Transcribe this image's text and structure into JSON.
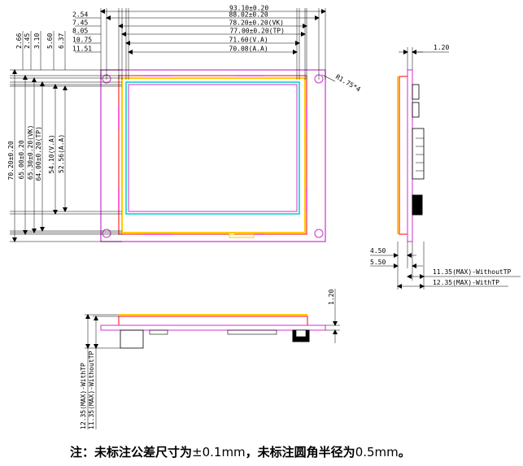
{
  "front_view": {
    "horizontal_dims": [
      "93.10±0.20",
      "88.02±0.20",
      "78.20±0.20(VK)",
      "77.00±0.20(TP)",
      "71.60(V.A)",
      "70.08(A.A)"
    ],
    "horizontal_offsets": [
      "2.54",
      "7.45",
      "8.05",
      "10.75",
      "11.51"
    ],
    "vertical_dims": [
      "70.20±0.20",
      "65.00±0.20",
      "65.30±0.20(VK)",
      "64.00±0.20(TP)",
      "54.10(V.A)",
      "52.56(A.A)"
    ],
    "vertical_offsets": [
      "2.66",
      "2.45",
      "3.10",
      "5.60",
      "6.37"
    ],
    "corner_radius": "R1.75*4"
  },
  "side_view": {
    "top_dim": "1.20",
    "offset_a": "4.50",
    "offset_b": "5.50",
    "thickness_without_tp": "11.35(MAX)-WithoutTP",
    "thickness_with_tp": "12.35(MAX)-WithTP"
  },
  "bottom_view": {
    "right_dim": "1.20",
    "thickness_with_tp": "12.35(MAX)-WithTP",
    "thickness_without_tp": "11.35(MAX)-WithoutTP"
  },
  "note": {
    "part1": "注：未标注公差尺寸为",
    "value1": "±0.1mm",
    "part2": "，未标注圆角半径为",
    "value2": "0.5mm",
    "end": "。"
  },
  "colors": {
    "pcb": "#cc33cc",
    "bezel": "#ff0000",
    "touch": "#ffcc00",
    "active": "#00cccc",
    "dim": "#000000"
  }
}
